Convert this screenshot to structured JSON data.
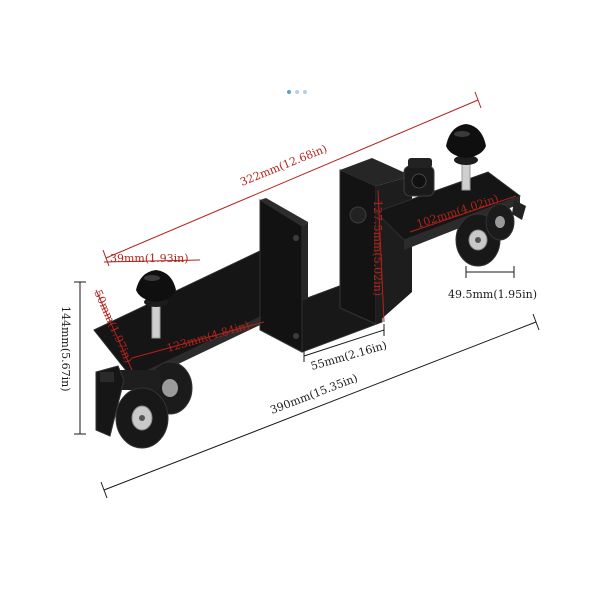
{
  "product": {
    "body_color": "#141414",
    "edge_color": "#3a3a3a",
    "wheel_color": "#1b1b1b",
    "hub_color": "#c9c9c9",
    "knob_color": "#0f0f0f",
    "dimension_red": "#b3221b",
    "dimension_dark": "#1a1a1a"
  },
  "dimensions": {
    "overall_top": "322mm(12.68in)",
    "left_knob_offset": "39mm(1.93in)",
    "left_arm_height": "50mm(1.97in)",
    "left_arm_length": "123mm(4.84in)",
    "center_upright": "127.5mm(5.02in)",
    "right_arm_length": "102mm(4.02in)",
    "right_wheel_gap": "49.5mm(1.95in)",
    "center_gap": "55mm(2.16in)",
    "total_height": "144mm(5.67in)",
    "overall_bottom": "390mm(15.35in)"
  }
}
